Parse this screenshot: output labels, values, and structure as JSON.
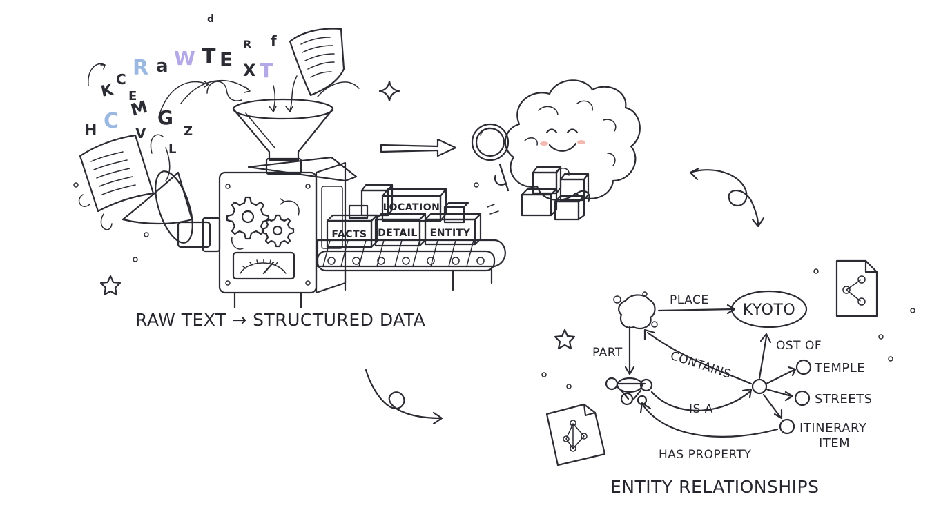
{
  "colors": {
    "ink": "#2b2b33",
    "lavender": "#c9c3ee",
    "blue": "#b9d3ec",
    "mint": "#bfe8d2",
    "peach": "#f7c49c",
    "orange": "#f3a97e",
    "yellow": "#f6e3a6",
    "cloud": "#d6ebef",
    "purple": "#b5a8e6"
  },
  "letters": [
    "K",
    "C",
    "E",
    "R",
    "a",
    "W",
    "T",
    "E",
    "X",
    "T",
    "R",
    "f",
    "d",
    "H",
    "C",
    "M",
    "G",
    "V",
    "L",
    "Z"
  ],
  "machine": {
    "boxes": [
      {
        "label": "FACTS",
        "color": "#f3a97e"
      },
      {
        "label": "DETAIL",
        "color": "#bfe8d2"
      },
      {
        "label": "ENTITY",
        "color": "#f6c590"
      },
      {
        "label": "LOCATION",
        "color": "#b9d3ec"
      }
    ],
    "caption": "RAW TEXT → STRUCTURED DATA"
  },
  "graph": {
    "nodes": {
      "kyoto": "KYOTO",
      "temple": "TEMPLE",
      "streets": "STREETS",
      "itinerary_line1": "ITINERARY",
      "itinerary_line2": "ITEM"
    },
    "edges": {
      "place": "PLACE",
      "part": "PART",
      "contains": "CONTAINS",
      "part_of": "OST OF",
      "is_a": "IS A",
      "has_property": "HAS PROPERTY"
    },
    "caption": "ENTITY RELATIONSHIPS"
  },
  "icons": [
    "document-icon",
    "funnel-icon",
    "gear-icon",
    "gauge-icon",
    "conveyor-belt-icon",
    "brain-cloud-icon",
    "magnifier-icon",
    "arrow-icon",
    "sparkle-icon",
    "star-icon",
    "graph-document-icon"
  ]
}
